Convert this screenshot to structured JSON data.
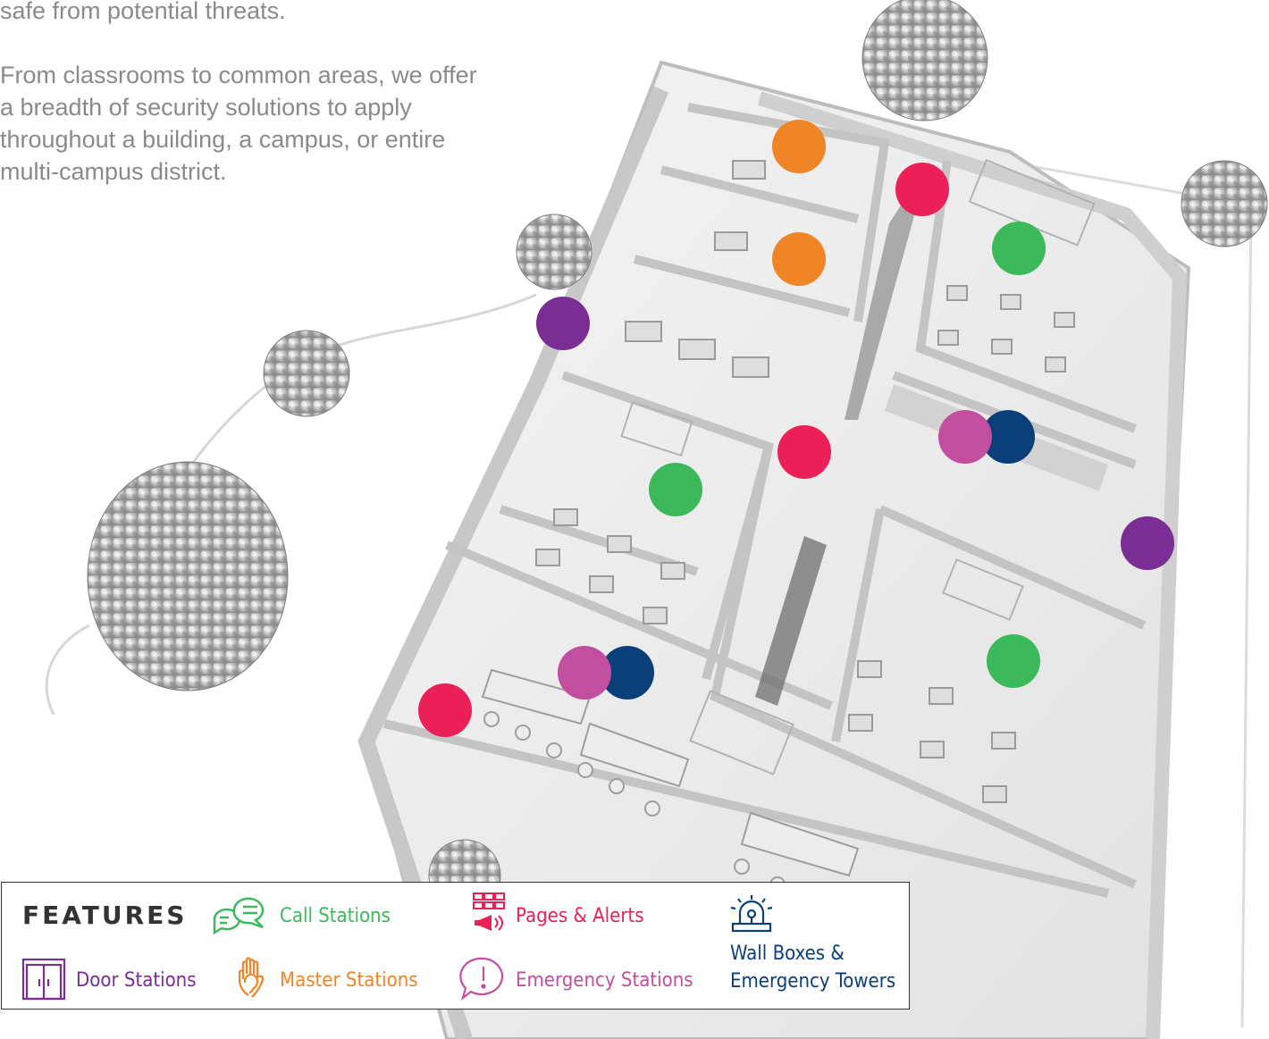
{
  "intro": {
    "line1": "safe from potential threats.",
    "paragraph2": "From classrooms to common areas, we offer a breadth of security solutions to apply throughout a building, a campus, or entire multi-campus district."
  },
  "colors": {
    "call": "#3cb95a",
    "door": "#7a2d92",
    "master": "#f08526",
    "pages": "#ec2058",
    "emergency": "#c24e9f",
    "wallbox": "#0b3f79"
  },
  "legend": {
    "title": "FEATURES",
    "call_stations": "Call Stations",
    "pages_alerts": "Pages & Alerts",
    "wall_boxes_line1": "Wall Boxes &",
    "wall_boxes_line2": "Emergency Towers",
    "door_stations": "Door Stations",
    "master_stations": "Master Stations",
    "emergency_stations": "Emergency Stations",
    "icons": [
      "call-bubbles-icon",
      "pages-monitor-megaphone-icon",
      "alarm-beacon-icon",
      "door-icon",
      "hand-ear-icon",
      "exclamation-bubble-icon"
    ]
  },
  "markers": [
    {
      "type": "master"
    },
    {
      "type": "master"
    },
    {
      "type": "pages"
    },
    {
      "type": "call"
    },
    {
      "type": "door"
    },
    {
      "type": "emergency"
    },
    {
      "type": "wallbox"
    },
    {
      "type": "pages"
    },
    {
      "type": "call"
    },
    {
      "type": "door"
    },
    {
      "type": "call"
    },
    {
      "type": "emergency"
    },
    {
      "type": "wallbox"
    },
    {
      "type": "pages"
    }
  ]
}
